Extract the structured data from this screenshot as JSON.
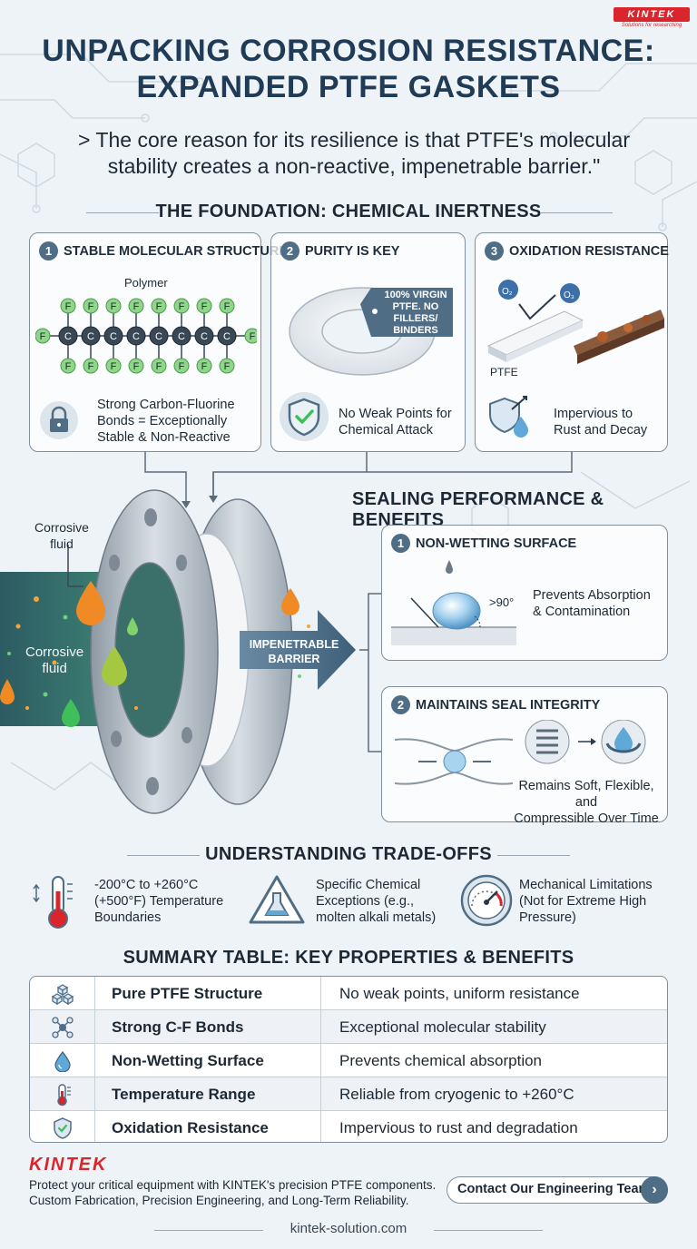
{
  "brand": {
    "logo": "KINTEK",
    "logo_tagline": "Solutions for researching",
    "footer_logo": "KINTEK",
    "footer_line1": "Protect your critical equipment with KINTEK's precision PTFE components.",
    "footer_line2": "Custom Fabrication, Precision Engineering, and Long-Term Reliability.",
    "cta": "Contact Our Engineering Team",
    "website": "kintek-solution.com"
  },
  "title": {
    "line1": "UNPACKING CORROSION RESISTANCE:",
    "line2": "EXPANDED PTFE GASKETS"
  },
  "quote": {
    "line1": "> The core reason for its resilience is that PTFE's molecular",
    "line2": "stability creates a non-reactive, impenetrable barrier.\""
  },
  "foundation": {
    "heading": "THE FOUNDATION: CHEMICAL INERTNESS",
    "cards": [
      {
        "num": "1",
        "title": "STABLE MOLECULAR STRUCTURE",
        "diagram_label": "Polymer",
        "atom_f": "F",
        "atom_c": "C",
        "text": [
          "Strong Carbon-Fluorine",
          "Bonds = Exceptionally",
          "Stable & Non-Reactive"
        ]
      },
      {
        "num": "2",
        "title": "PURITY IS KEY",
        "tag": [
          "100% VIRGIN",
          "PTFE. NO",
          "FILLERS/",
          "BINDERS"
        ],
        "text": [
          "No Weak Points for",
          "Chemical Attack"
        ]
      },
      {
        "num": "3",
        "title": "OXIDATION RESISTANCE",
        "o2": "O₂",
        "o3": "O₃",
        "ptfe_label": "PTFE",
        "text": [
          "Impervious to",
          "Rust and Decay"
        ]
      }
    ]
  },
  "illustration": {
    "corrosive_fluid_callout": [
      "Corrosive",
      "fluid"
    ],
    "corrosive_fluid_label": [
      "Corrosive",
      "fluid"
    ],
    "barrier_label": [
      "IMPENETRABLE",
      "BARRIER"
    ]
  },
  "performance": {
    "heading": "SEALING PERFORMANCE & BENEFITS",
    "cards": [
      {
        "num": "1",
        "title": "NON-WETTING SURFACE",
        "angle": ">90°",
        "text": [
          "Prevents Absorption",
          "& Contamination"
        ]
      },
      {
        "num": "2",
        "title": "MAINTAINS SEAL INTEGRITY",
        "text": [
          "Remains Soft, Flexible, and",
          "Compressible Over Time"
        ]
      }
    ]
  },
  "tradeoffs": {
    "heading": "UNDERSTANDING TRADE-OFFS",
    "items": [
      {
        "icon": "thermometer-icon",
        "text": [
          "-200°C to +260°C",
          "(+500°F) Temperature",
          "Boundaries"
        ]
      },
      {
        "icon": "chemical-warning-icon",
        "text": [
          "Specific Chemical",
          "Exceptions (e.g.,",
          "molten alkali metals)"
        ]
      },
      {
        "icon": "pressure-gauge-icon",
        "text": [
          "Mechanical Limitations",
          "(Not for Extreme High",
          "Pressure)"
        ]
      }
    ]
  },
  "summary": {
    "heading": "SUMMARY TABLE: KEY PROPERTIES & BENEFITS",
    "rows": [
      {
        "icon": "cubes-icon",
        "property": "Pure PTFE Structure",
        "benefit": "No weak points, uniform resistance"
      },
      {
        "icon": "molecule-icon",
        "property": "Strong C-F Bonds",
        "benefit": "Exceptional molecular stability"
      },
      {
        "icon": "droplet-icon",
        "property": "Non-Wetting Surface",
        "benefit": "Prevents chemical absorption"
      },
      {
        "icon": "thermometer-icon",
        "property": "Temperature Range",
        "benefit": "Reliable from cryogenic to +260°C"
      },
      {
        "icon": "shield-check-icon",
        "property": "Oxidation Resistance",
        "benefit": "Impervious to rust and degradation"
      }
    ]
  },
  "colors": {
    "background": "#eef3f7",
    "title": "#1f3b55",
    "accent": "#4f6d85",
    "brand_red": "#d9252b",
    "card_border": "#7f8e9c",
    "fluid_green": "#3fbf5a",
    "fluid_orange": "#f08a24",
    "rust": "#9a4a26"
  }
}
